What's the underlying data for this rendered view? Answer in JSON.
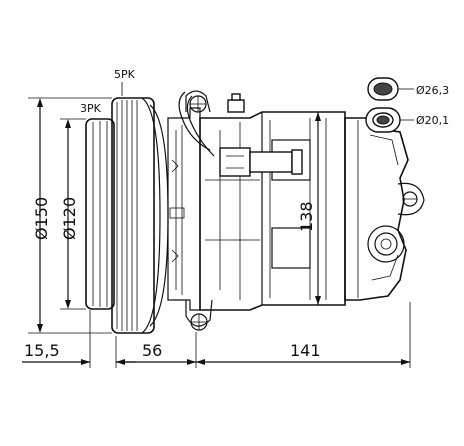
{
  "labels": {
    "belt_5pk": "5PK",
    "belt_3pk": "3PK",
    "dia_150": "Ø150",
    "dia_120": "Ø120",
    "height_138": "138",
    "port_large": "Ø26,3",
    "port_small": "Ø20,1",
    "len_15_5": "15,5",
    "len_56": "56",
    "len_141": "141"
  },
  "colors": {
    "ink": "#111111",
    "paper": "#ffffff"
  }
}
